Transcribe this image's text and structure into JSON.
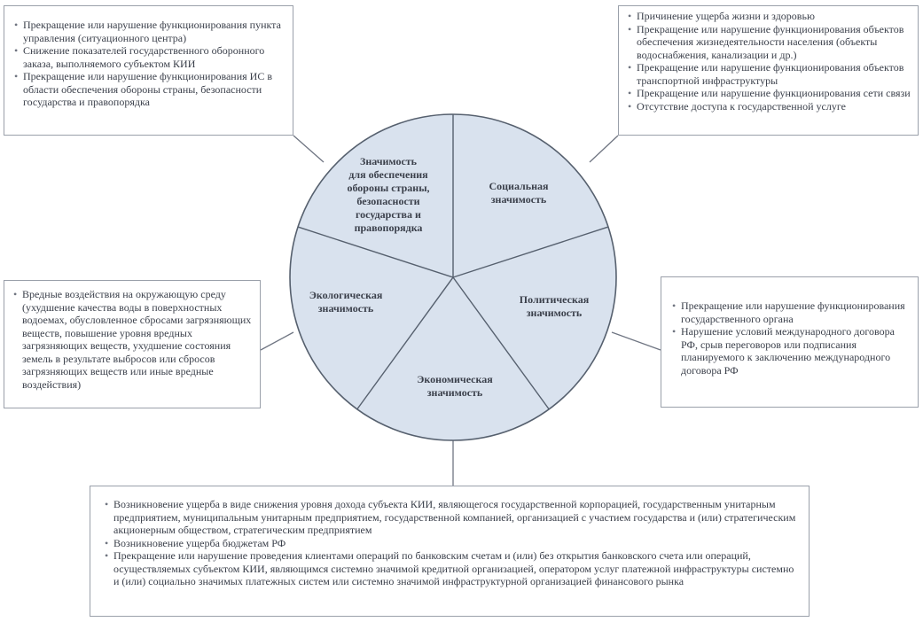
{
  "colors": {
    "circle_fill": "#d9e2ee",
    "circle_stroke": "#56606e",
    "connector": "#6f7582",
    "box_border": "#9aa0aa",
    "text": "#3a3f4a"
  },
  "sectors": {
    "defense": [
      "Значимость",
      "для обеспечения",
      "обороны страны,",
      "безопасности",
      "государства и",
      "правопорядка"
    ],
    "social": [
      "Социальная",
      "значимость"
    ],
    "politics": [
      "Политическая",
      "значимость"
    ],
    "economic": [
      "Экономическая",
      "значимость"
    ],
    "ecology": [
      "Экологическая",
      "значимость"
    ]
  },
  "boxes": {
    "defense": [
      "Прекращение или нарушение функционирования пункта управления (ситуационного центра)",
      "Снижение показателей государственного оборонного заказа, выполняемого субъектом КИИ",
      "Прекращение или нарушение функционирования ИС в области обеспечения обороны страны, безопасности государства и правопорядка"
    ],
    "social": [
      "Причинение ущерба жизни и здоровью",
      "Прекращение или нарушение функционирования объектов обеспечения жизнедеятельности населения (объекты водоснабжения, канализации и др.)",
      "Прекращение или нарушение функционирования объектов транспортной инфраструктуры",
      "Прекращение или нарушение функционирования сети связи",
      "Отсутствие доступа к государственной услуге"
    ],
    "ecology": [
      "Вредные воздействия на окружающую среду (ухудшение качества воды в поверхностных водоемах, обусловленное сбросами загрязняющих веществ, повышение уровня вредных загрязняющих веществ, ухудшение состояния земель в результате выбросов или сбросов загрязняющих веществ или иные вредные воздействия)"
    ],
    "politics": [
      "Прекращение или нарушение функционирования государственного органа",
      "Нарушение условий международного договора РФ, срыв переговоров или подписания планируемого к заключению международного договора РФ"
    ],
    "economic": [
      "Возникновение ущерба в виде снижения уровня дохода субъекта КИИ, являющегося государственной корпорацией, государственным унитарным предприятием, муниципальным унитарным предприятием, государственной компанией, организацией с участием государства и (или) стратегическим акционерным обществом, стратегическим предприятием",
      "Возникновение ущерба бюджетам РФ",
      "Прекращение или нарушение проведения клиентами операций по банковским счетам и (или) без открытия банковского счета или операций, осуществляемых субъектом КИИ, являющимся системно значимой кредитной организацией, оператором услуг платежной инфраструктуры системно и (или) социально значимых платежных систем или системно значимой инфраструктурной организацией финансового рынка"
    ]
  }
}
